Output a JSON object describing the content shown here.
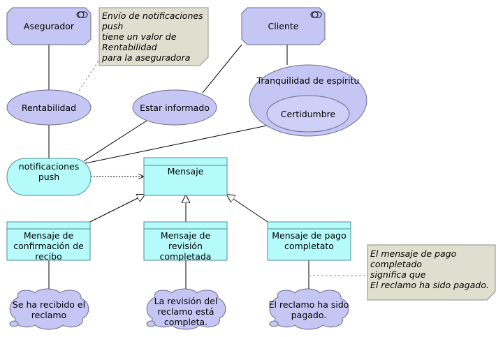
{
  "colors": {
    "stakeholder": "#c6c6f5",
    "value": "#c6c6f5",
    "business_object": "#b5fbfb",
    "service": "#b5fbfb",
    "assessment": "#c6c6f5",
    "note": "#dfdfcf",
    "stroke": "#6b6b8f",
    "line": "#000000"
  },
  "stakeholders": {
    "asegurador": "Asegurador",
    "cliente": "Cliente"
  },
  "values": {
    "rentabilidad": "Rentabilidad",
    "estar_informado": "Estar informado",
    "tranquilidad": "Tranquilidad de espíritu",
    "certidumbre": "Certidumbre"
  },
  "service": {
    "label": "notificaciones\npush"
  },
  "objects": {
    "mensaje": "Mensaje",
    "confirmacion": "Mensaje de\nconfirmación de\nrecibo",
    "revision": "Mensaje de\nrevisión\ncompletada",
    "pago": "Mensaje de pago\ncompletato"
  },
  "outcomes": {
    "recibido": "Se ha recibido el\nreclamo",
    "revision": "La revisión del\nreclamo está\ncompleta.",
    "pagado": "El reclamo ha sido\npagado."
  },
  "notes": {
    "top": "Envío de notificaciones\npush\ntiene un valor de\nRentabilidad\npara la aseguradora",
    "bottom": "El mensaje de pago\ncompletado\nsignifica que\nEl reclamo ha sido pagado."
  }
}
